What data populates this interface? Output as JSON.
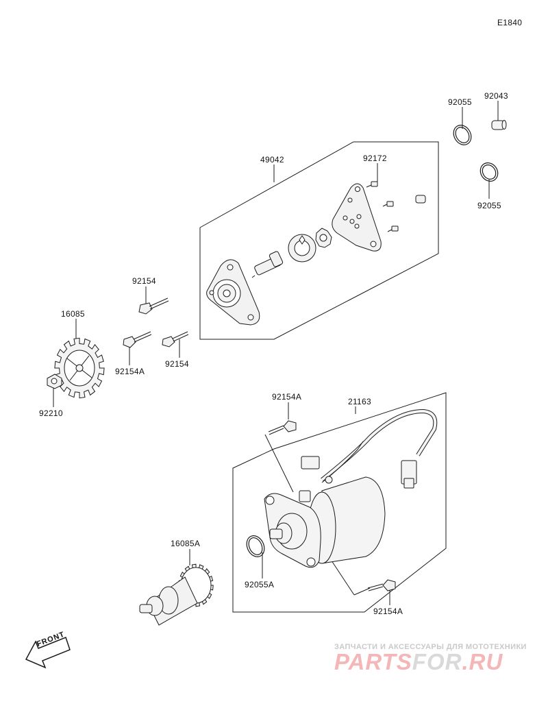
{
  "diagram_code": "E1840",
  "colors": {
    "line": "#1a1a1a",
    "part_fill": "#f2f2f2",
    "watermark_red": "#f4b6b6",
    "watermark_gray": "#d9d9d9"
  },
  "labels": {
    "p92055_top": "92055",
    "p92043": "92043",
    "p49042": "49042",
    "p92172": "92172",
    "p92055_right": "92055",
    "p92154_a": "92154",
    "p16085": "16085",
    "p92154A_left": "92154A",
    "p92154_b": "92154",
    "p92210": "92210",
    "p92154A_upper": "92154A",
    "p21163": "21163",
    "p16085A": "16085A",
    "p92055A": "92055A",
    "p92154A_lower": "92154A"
  },
  "front_label": "FRONT",
  "watermark": {
    "tagline": "ЗАПЧАСТИ И АКСЕССУАРЫ ДЛЯ МОТОТЕХНИКИ",
    "brand_part1": "PARTS",
    "brand_part2": "FOR",
    "brand_part3": ".RU"
  }
}
